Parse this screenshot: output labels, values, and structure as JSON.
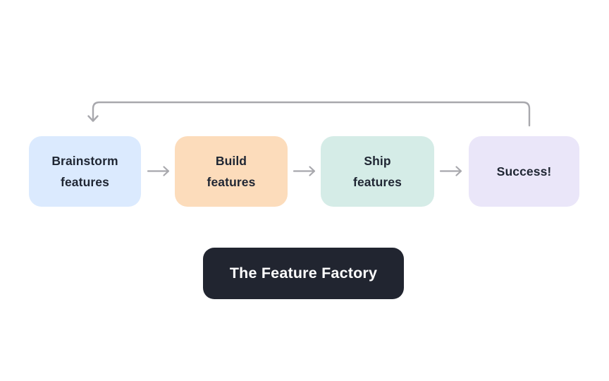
{
  "page": {
    "background": "#ffffff"
  },
  "flow": {
    "boxes": [
      {
        "label": "Brainstorm\nfeatures",
        "color": "#dbeafe"
      },
      {
        "label": "Build\nfeatures",
        "color": "#fcdcbb"
      },
      {
        "label": "Ship\nfeatures",
        "color": "#d5ece7"
      },
      {
        "label": "Success!",
        "color": "#eae6f9"
      }
    ],
    "text_color": "#1f2633",
    "arrow_color": "#a8a8ad",
    "loop": "from Success! back to Brainstorm features"
  },
  "title": {
    "label": "The Feature Factory",
    "background": "#212530",
    "text_color": "#ffffff"
  }
}
